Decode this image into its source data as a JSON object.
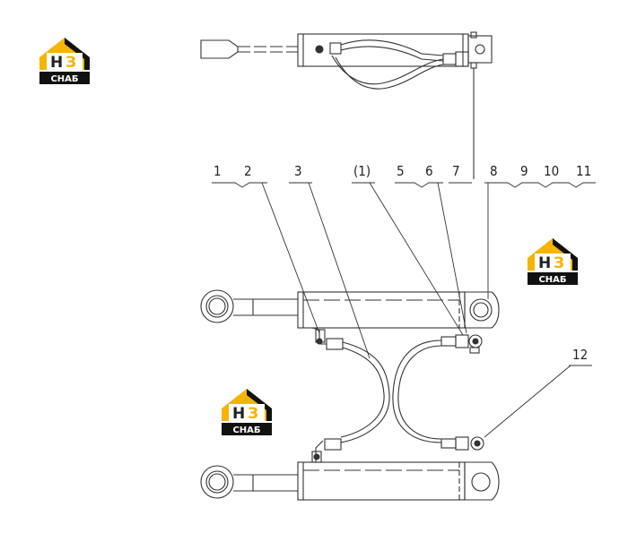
{
  "diagram": {
    "callouts": [
      "1",
      "2",
      "3",
      "(1)",
      "5",
      "6",
      "7",
      "8",
      "9",
      "10",
      "11",
      "12"
    ]
  },
  "logos": [
    {
      "letters_main": "Н",
      "letters_accent": "З",
      "subtitle": "СНАБ"
    },
    {
      "letters_main": "Н",
      "letters_accent": "З",
      "subtitle": "СНАБ"
    },
    {
      "letters_main": "Н",
      "letters_accent": "З",
      "subtitle": "СНАБ"
    }
  ],
  "colors": {
    "brand_yellow": "#f5b400",
    "brand_dark": "#222222",
    "line": "#333333"
  }
}
